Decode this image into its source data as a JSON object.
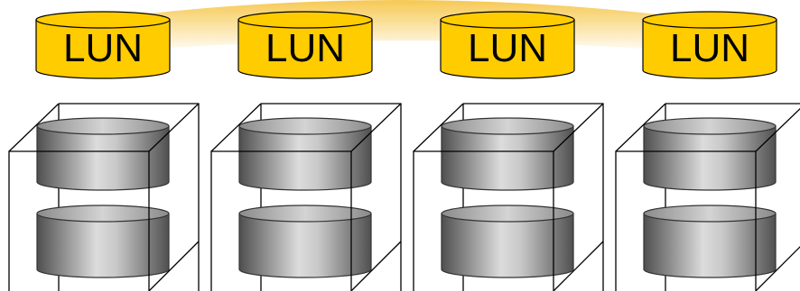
{
  "diagram": {
    "lun_label": "LUN",
    "columns": [
      {
        "lun": {
          "label": "LUN"
        },
        "disk_count": 2
      },
      {
        "lun": {
          "label": "LUN"
        },
        "disk_count": 2
      },
      {
        "lun": {
          "label": "LUN"
        },
        "disk_count": 2
      },
      {
        "lun": {
          "label": "LUN"
        },
        "disk_count": 2
      }
    ],
    "colors": {
      "lun_fill": "#FFCC00",
      "lun_outline": "#000000",
      "glow": "#F6C64A",
      "disk_dark": "#555555",
      "disk_light": "#D8D8D8",
      "enclosure_stroke": "#000000"
    }
  }
}
